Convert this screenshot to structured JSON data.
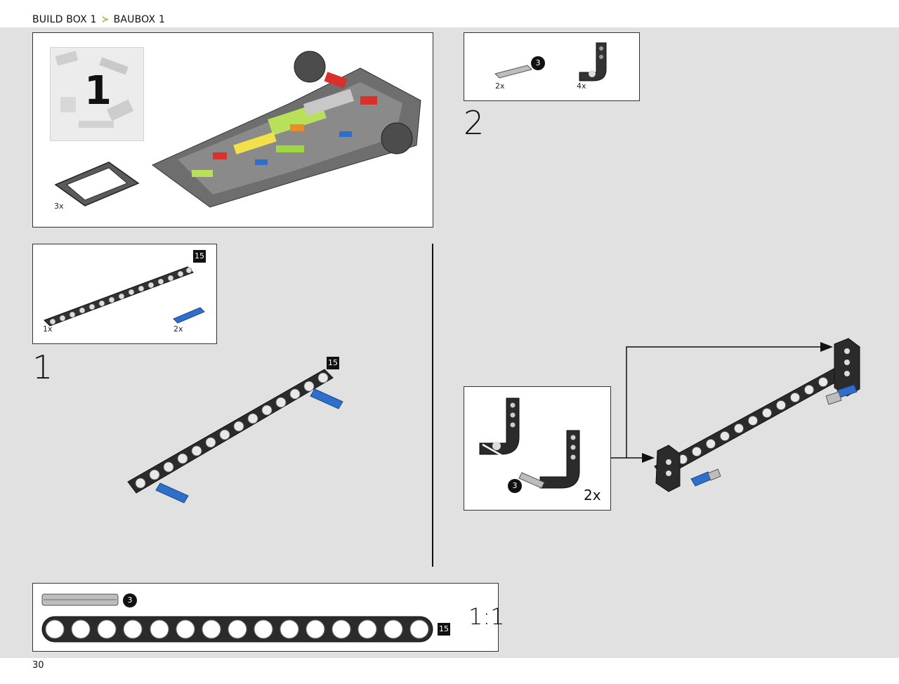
{
  "header": {
    "build_box": "BUILD BOX 1",
    "baubox": "BAUBOX 1"
  },
  "page_number": "30",
  "bag_panel": {
    "bag_number": "1",
    "frame_qty": "3x"
  },
  "parts_step2": {
    "axle_qty": "2x",
    "axle_size": "3",
    "beam_qty": "4x"
  },
  "step2": {
    "number": "2"
  },
  "parts_step1": {
    "beam_qty": "1x",
    "beam_size": "15",
    "pin_qty": "2x"
  },
  "step1": {
    "number": "1",
    "beam_size": "15"
  },
  "subassembly": {
    "axle_size": "3",
    "multiplier": "2x"
  },
  "scale_panel": {
    "axle_size": "3",
    "beam_size": "15",
    "scale": "1:1"
  },
  "colors": {
    "accent": "#8dc63f",
    "pin_blue": "#2f6fc9"
  }
}
